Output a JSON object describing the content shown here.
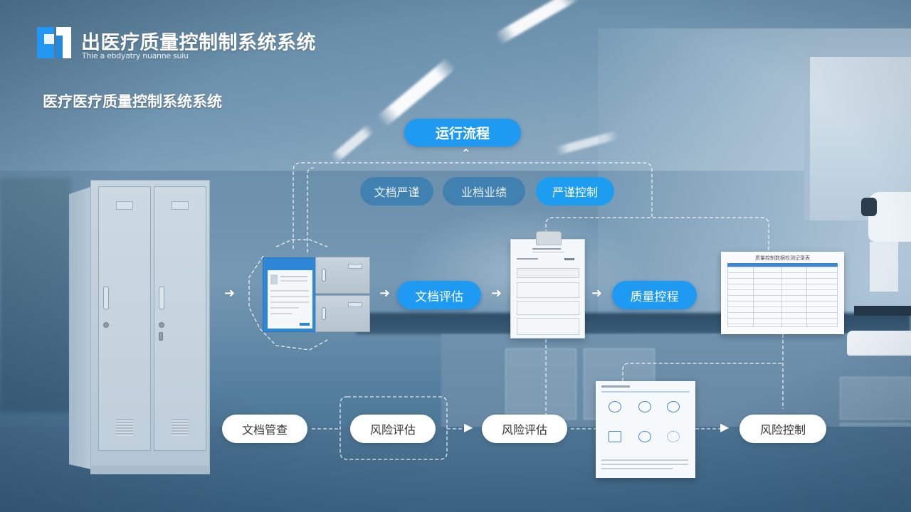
{
  "header": {
    "app_title": "出医疗质量控制制系统系统",
    "app_subtitle": "Thie a ebdyatry nuanne suiu",
    "section_title": "医疗医疗质量控制系统系统"
  },
  "flow": {
    "top_button": "运行流程",
    "category_tags": [
      {
        "label": "文档严谨",
        "state": "muted"
      },
      {
        "label": "业档业绩",
        "state": "muted"
      },
      {
        "label": "严谨控制",
        "state": "active"
      }
    ],
    "middle_steps": [
      {
        "label": "文档评估"
      },
      {
        "label": "质量控程"
      }
    ],
    "bottom_steps": [
      {
        "label": "文档管查"
      },
      {
        "label": "风险评估"
      },
      {
        "label": "风险评估"
      },
      {
        "label": "风险控制"
      }
    ]
  },
  "documents": {
    "table_doc_title": "质量控制数据检测记录表"
  },
  "colors": {
    "primary": "#1e9af2",
    "muted_pill": "#3a7eb2",
    "logo_blue": "#2196f3",
    "background": "#5a809d"
  }
}
